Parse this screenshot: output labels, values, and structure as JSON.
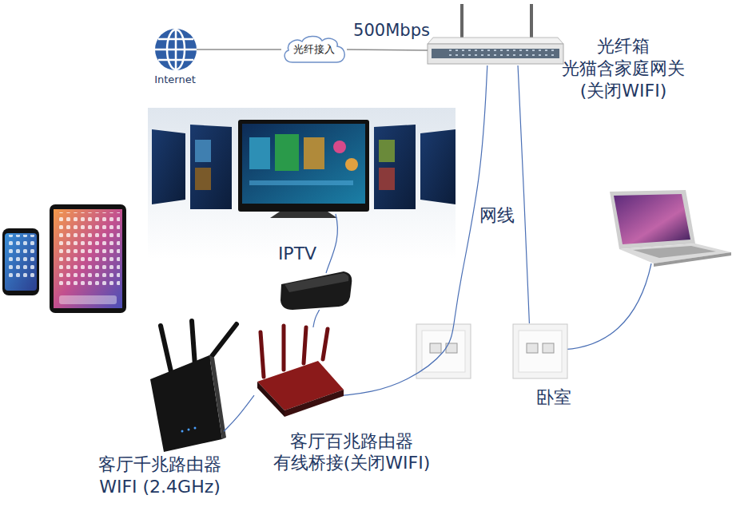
{
  "diagram": {
    "nodes": [
      {
        "text": [
          "Internet"
        ]
      },
      {
        "text": [
          "光纤接入"
        ]
      },
      {
        "text": [
          "光纤箱 光猫含家庭网关 (关闭WIFI)"
        ]
      },
      {
        "text": [
          "IPTV"
        ]
      },
      {
        "text": [
          "客厅千兆路由器 WIFI (2.4GHz)"
        ]
      },
      {
        "text": [
          "客厅百兆路由器 有线桥接(关闭WIFI)"
        ]
      },
      {
        "text": [
          "卧室"
        ]
      }
    ],
    "edges": [
      {
        "from": 0,
        "to": 1,
        "arrow": "none"
      },
      {
        "from": 1,
        "to": 2,
        "arrow": "none",
        "label": "500Mbps"
      },
      {
        "from": 2,
        "to": 5,
        "arrow": "none",
        "label": "网线"
      },
      {
        "from": 2,
        "to": 6,
        "arrow": "none"
      },
      {
        "from": 5,
        "to": 3,
        "arrow": "none"
      },
      {
        "from": 5,
        "to": 4,
        "arrow": "none"
      }
    ]
  }
}
